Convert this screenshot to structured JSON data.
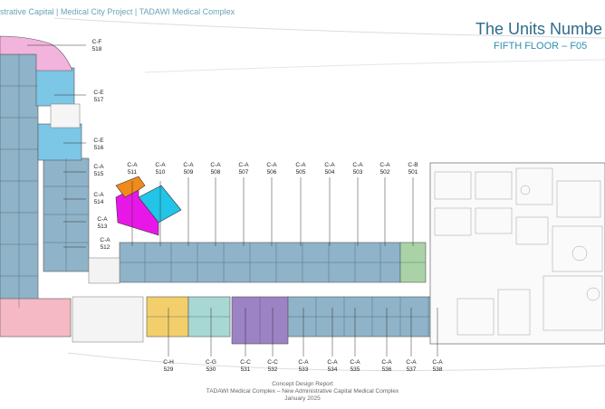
{
  "header": {
    "breadcrumb": "strative Capital | Medical City Project | TADAWI Medical Complex",
    "title": "The Units Numbe",
    "subtitle": "FIFTH FLOOR – F05"
  },
  "footer": {
    "line1": "Concept Design Report",
    "line2": "TADAWI Medical Complex – New Administrative Capital Medical Complex",
    "line3": "January 2025"
  },
  "units_left": [
    {
      "type": "C-F",
      "num": "518"
    },
    {
      "type": "C-E",
      "num": "517"
    },
    {
      "type": "C-E",
      "num": "516"
    },
    {
      "type": "C-A",
      "num": "515"
    },
    {
      "type": "C-A",
      "num": "514"
    },
    {
      "type": "C-A",
      "num": "513"
    },
    {
      "type": "C-A",
      "num": "512"
    }
  ],
  "units_top": [
    {
      "type": "C-A",
      "num": "511"
    },
    {
      "type": "C-A",
      "num": "510"
    },
    {
      "type": "C-A",
      "num": "509"
    },
    {
      "type": "C-A",
      "num": "508"
    },
    {
      "type": "C-A",
      "num": "507"
    },
    {
      "type": "C-A",
      "num": "506"
    },
    {
      "type": "C-A",
      "num": "505"
    },
    {
      "type": "C-A",
      "num": "504"
    },
    {
      "type": "C-A",
      "num": "503"
    },
    {
      "type": "C-A",
      "num": "502"
    },
    {
      "type": "C-B",
      "num": "501"
    }
  ],
  "units_bottom": [
    {
      "type": "C-H",
      "num": "529"
    },
    {
      "type": "C-G",
      "num": "530"
    },
    {
      "type": "C-C",
      "num": "531"
    },
    {
      "type": "C-C",
      "num": "532"
    },
    {
      "type": "C-A",
      "num": "533"
    },
    {
      "type": "C-A",
      "num": "534"
    },
    {
      "type": "C-A",
      "num": "535"
    },
    {
      "type": "C-A",
      "num": "536"
    },
    {
      "type": "C-A",
      "num": "537"
    },
    {
      "type": "C-A",
      "num": "538"
    }
  ],
  "colors": {
    "C-A": "#8fb3c8",
    "C-B": "#a9d3a6",
    "C-C": "#9b83c4",
    "C-E": "#7cc6e6",
    "C-F": "#f2b4dc",
    "C-G": "#a7d8d4",
    "C-H": "#f3cf6b",
    "pink": "#f4b9c4"
  }
}
